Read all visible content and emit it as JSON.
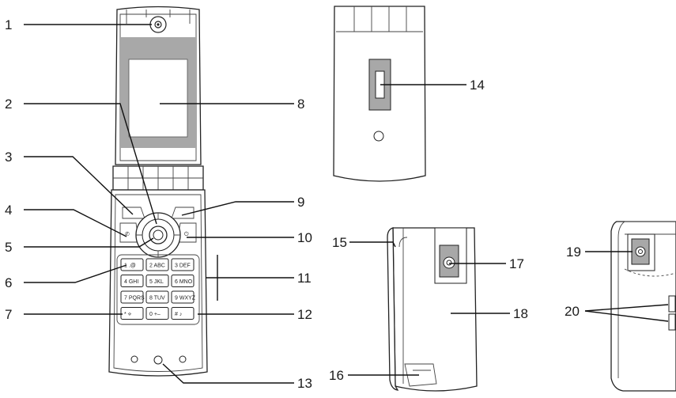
{
  "callouts": [
    "1",
    "2",
    "3",
    "4",
    "5",
    "6",
    "7",
    "8",
    "9",
    "10",
    "11",
    "12",
    "13",
    "14",
    "15",
    "16",
    "17",
    "18",
    "19",
    "20"
  ],
  "keypad": {
    "rows": [
      [
        "1 .@",
        "2 ABC",
        "3 DEF"
      ],
      [
        "4 GHI",
        "5 JKL",
        "6 MNO"
      ],
      [
        "7 PQRS",
        "8 TUV",
        "9 WXYZ"
      ],
      [
        "* ⟡",
        "0 +–",
        "# ♪"
      ]
    ]
  },
  "colors": {
    "display": "#a8a8a8",
    "line": "#111111"
  }
}
